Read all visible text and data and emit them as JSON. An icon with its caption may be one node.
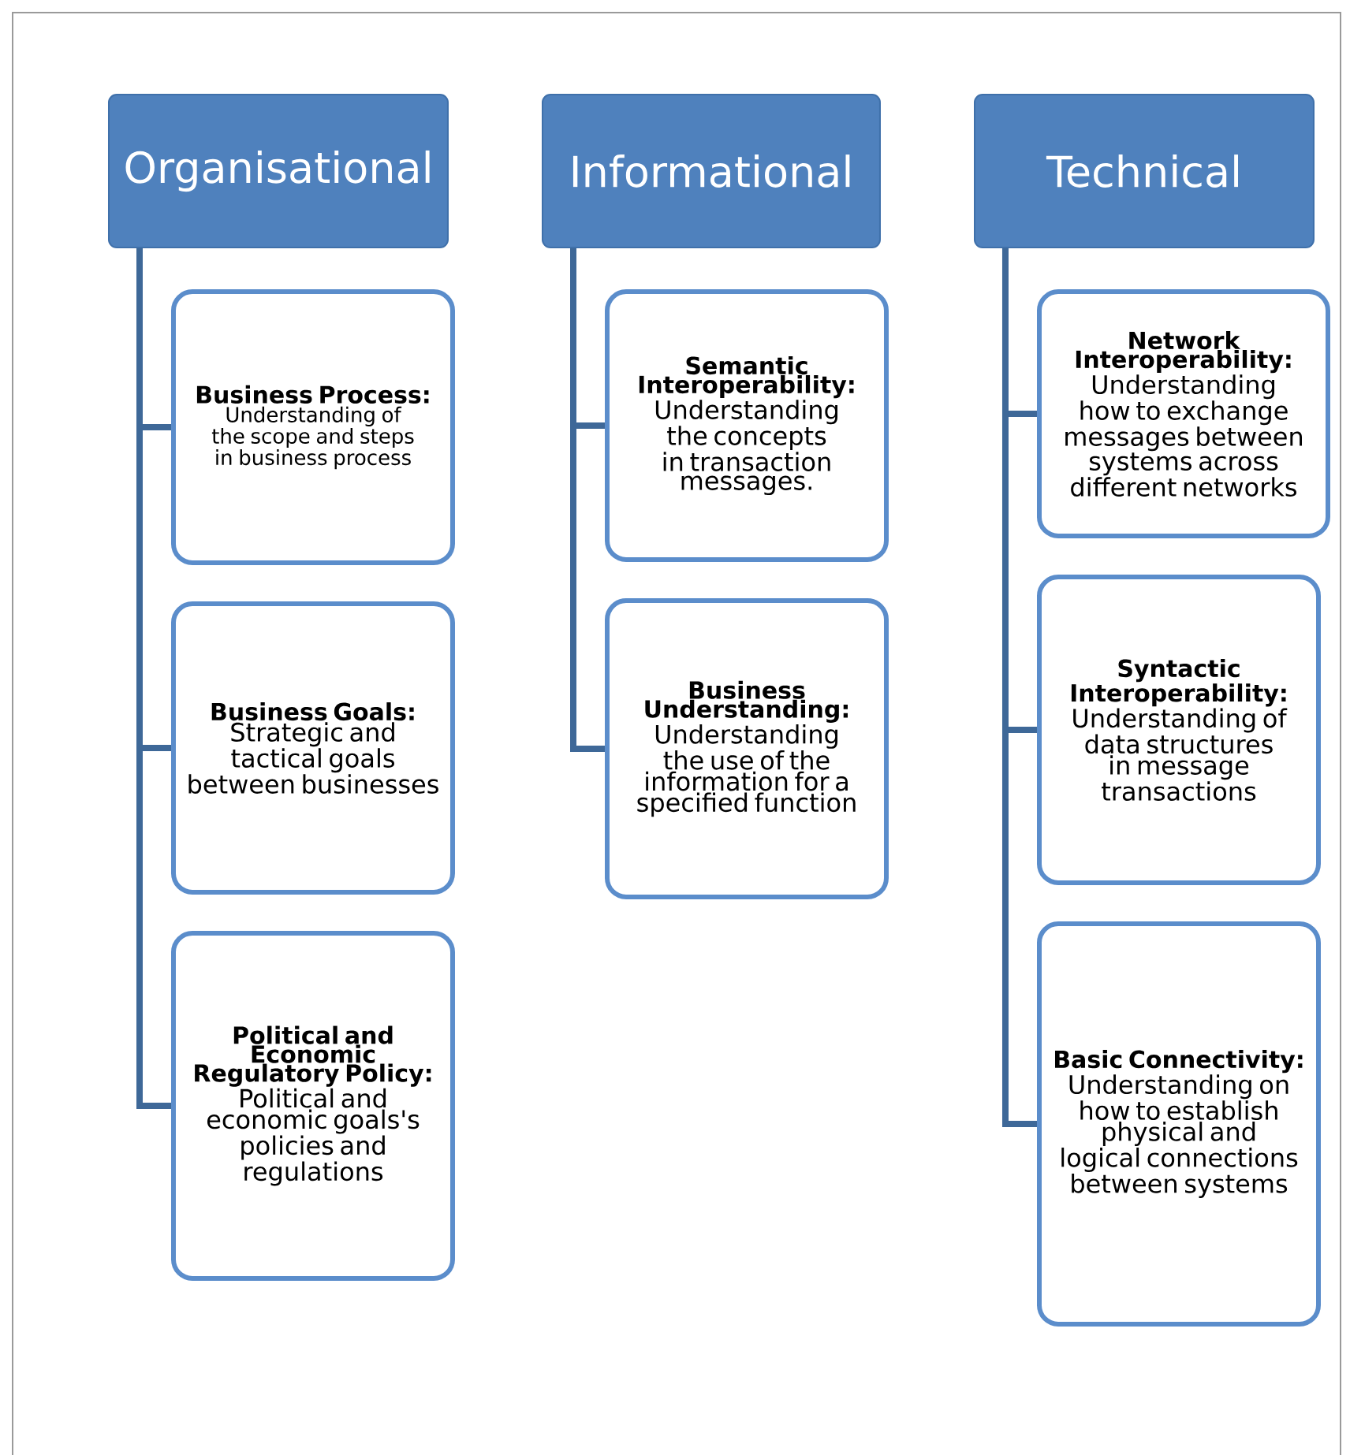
{
  "diagram": {
    "nodes": [
      {
        "text": [
          "Organisational"
        ]
      },
      {
        "text": [
          "Business Process:",
          "Understanding of the scope and steps in business process"
        ]
      },
      {
        "text": [
          "Business Goals:",
          "Strategic and tactical goals between businesses"
        ]
      },
      {
        "text": [
          "Political and Economic Regulatory Policy:",
          "Political and economic goals's policies and regulations"
        ]
      },
      {
        "text": [
          "Informational"
        ]
      },
      {
        "text": [
          "Semantic Interoperability:",
          "Understanding the concepts in transaction messages."
        ]
      },
      {
        "text": [
          "Business Understanding:",
          "Understanding the use of the information for a specified function"
        ]
      },
      {
        "text": [
          "Technical"
        ]
      },
      {
        "text": [
          "Network Interoperability:",
          "Understanding how to exchange messages between systems across different networks"
        ]
      },
      {
        "text": [
          "Syntactic Interoperability:",
          "Understanding of data structures in message transactions"
        ]
      },
      {
        "text": [
          "Basic Connectivity:",
          "Understanding on how to establish physical and logical connections between systems"
        ]
      }
    ],
    "edges": [
      {
        "from": 0,
        "to": 1,
        "arrow": "none"
      },
      {
        "from": 0,
        "to": 2,
        "arrow": "none"
      },
      {
        "from": 0,
        "to": 3,
        "arrow": "none"
      },
      {
        "from": 4,
        "to": 5,
        "arrow": "none"
      },
      {
        "from": 4,
        "to": 6,
        "arrow": "none"
      },
      {
        "from": 7,
        "to": 8,
        "arrow": "none"
      },
      {
        "from": 7,
        "to": 9,
        "arrow": "none"
      },
      {
        "from": 7,
        "to": 10,
        "arrow": "none"
      }
    ]
  }
}
